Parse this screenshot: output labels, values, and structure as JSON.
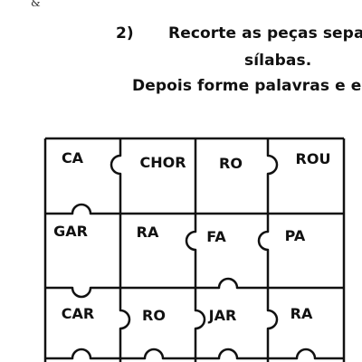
{
  "header": {
    "corner_mark": "&",
    "number": "2)",
    "line1": "Recorte as peças sepa",
    "line2": "sílabas.",
    "line3": "Depois forme palavras e e"
  },
  "puzzle": {
    "rows": [
      [
        "CA",
        "CHOR",
        "RO",
        "ROU"
      ],
      [
        "GAR",
        "RA",
        "FA",
        "PA"
      ],
      [
        "CAR",
        "RO",
        "JAR",
        "RA"
      ]
    ]
  },
  "colors": {
    "ink": "#111111",
    "background": "#ffffff"
  }
}
